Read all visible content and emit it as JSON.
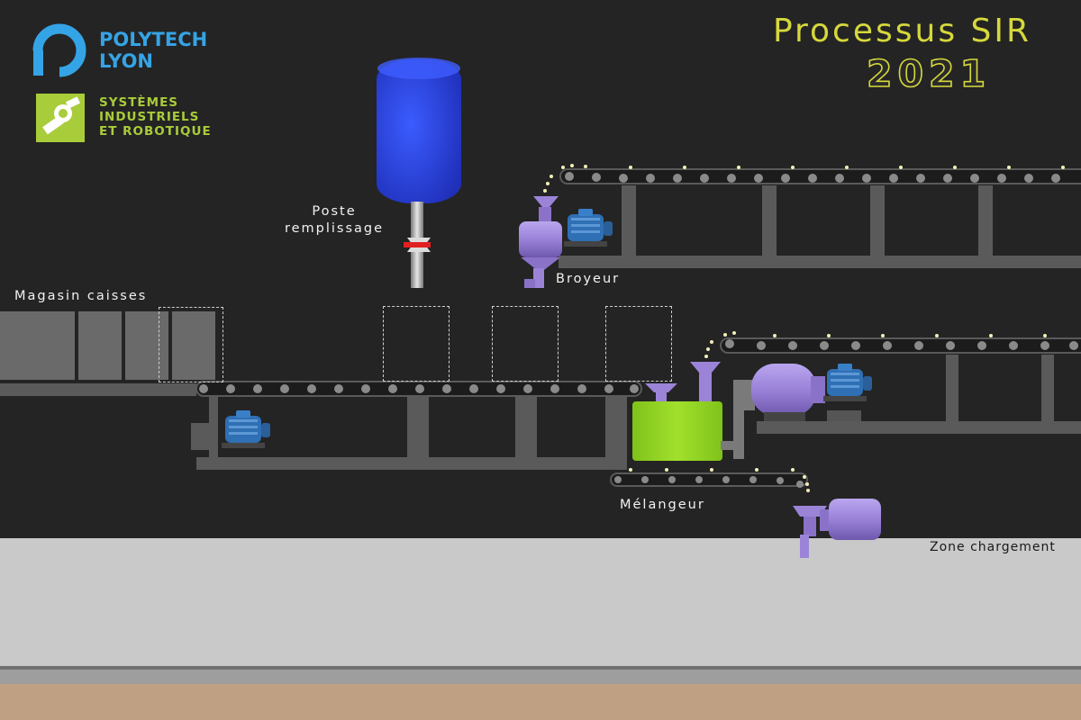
{
  "header": {
    "brand_line1": "POLYTECH",
    "brand_line2": "LYON",
    "dept_line1": "SYSTÈMES",
    "dept_line2": "INDUSTRIELS",
    "dept_line3": "ET ROBOTIQUE",
    "title": "Processus SIR",
    "year": "2021"
  },
  "stations": {
    "filling": {
      "line1": "Poste",
      "line2": "remplissage"
    },
    "crusher": "Broyeur",
    "crate_store": "Magasin caisses",
    "mixer": "Mélangeur",
    "loading_zone": "Zone chargement"
  },
  "colors": {
    "background": "#242424",
    "machine": "#9b84d8",
    "motor": "#2f6fb4",
    "tank": "#2b45e0",
    "mixer": "#8fd020",
    "structure": "#5a5a5a",
    "title": "#d6d83c",
    "brand": "#35a4e6",
    "dept": "#a9cc3a"
  },
  "icons": [
    "polytech-logo-icon",
    "sir-logo-icon",
    "valve-icon",
    "motor-icon"
  ]
}
